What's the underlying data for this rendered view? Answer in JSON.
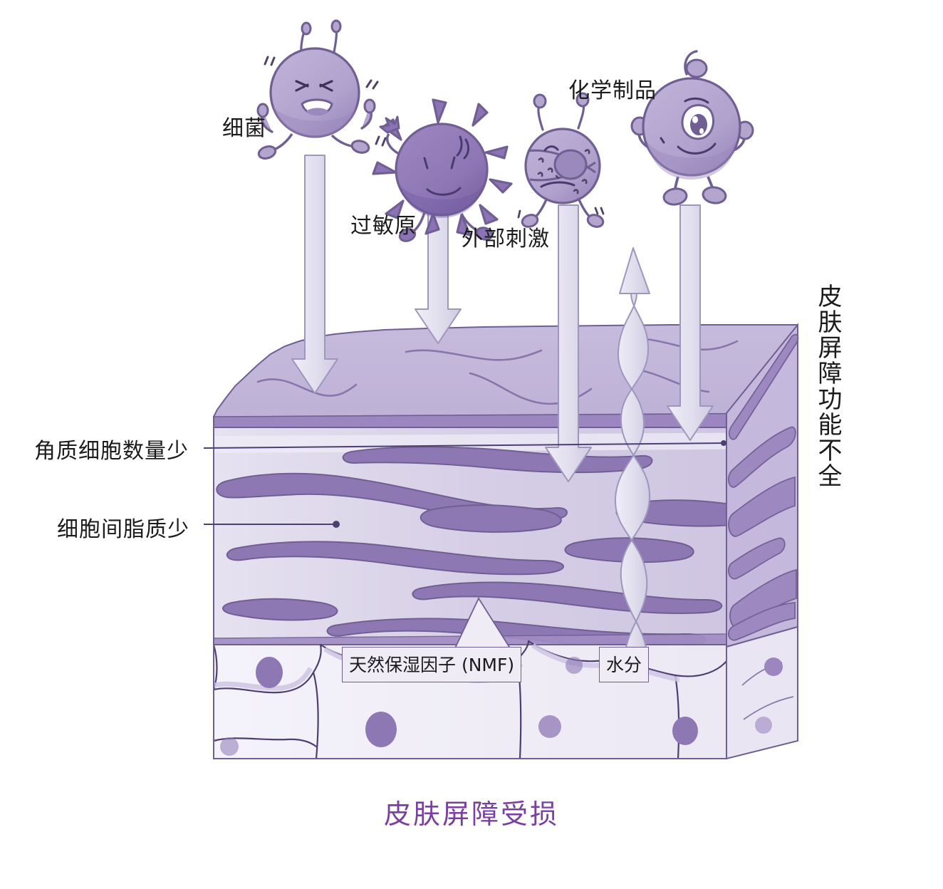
{
  "diagram": {
    "title_caption": "皮肤屏障受损",
    "vertical_label": "皮肤屏障功能不全"
  },
  "threat_labels": {
    "bacteria": "细菌",
    "allergen": "过敏原",
    "external_irritant": "外部刺激",
    "chemical_products": "化学制品"
  },
  "callouts": {
    "few_corneocytes": "角质细胞数量少",
    "few_intercellular_lipids": "细胞间脂质少",
    "nmf": "天然保湿因子 (NMF)",
    "water": "水分"
  },
  "icons": {
    "bacteria_character": "bacteria-character-icon",
    "allergen_character": "allergen-character-icon",
    "irritant_character": "irritant-character-icon",
    "chemical_character": "chemical-character-icon",
    "down_arrow": "down-arrow-icon",
    "wavy_up_arrow": "wavy-up-arrow-icon"
  },
  "colors": {
    "caption_purple": "#7b3fa0",
    "skin_top_layer": "#c0b4d8",
    "skin_mid_layer": "#cdc4e0",
    "lipid_blob": "#8d78b4",
    "outline": "#6f5f93",
    "arrow_fill": "#e3e0ef",
    "cell_fill": "#f2f0f8",
    "nucleus": "#8d78b4",
    "character_light": "#b3a5cd",
    "character_dark": "#8b73b5"
  }
}
